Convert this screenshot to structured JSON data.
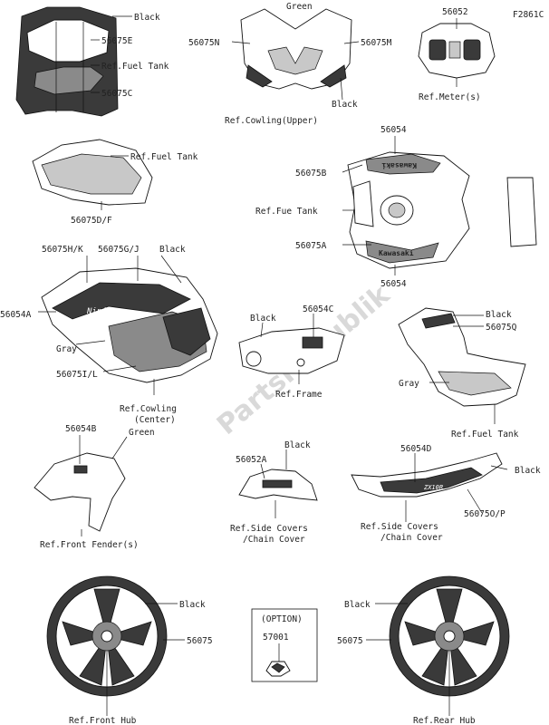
{
  "figure_code": "F2861C",
  "watermark": "PartsRepublik",
  "fuel_tank_top": {
    "labels": [
      "Black",
      "56075E",
      "Ref.Fuel Tank",
      "56075C"
    ]
  },
  "cowling_upper": {
    "labels": [
      "Green",
      "56075N",
      "56075M",
      "Black",
      "Ref.Cowling(Upper)"
    ]
  },
  "meter": {
    "labels": [
      "56052",
      "Ref.Meter(s)"
    ]
  },
  "fuel_tank_side": {
    "labels": [
      "Ref.Fuel Tank",
      "56075D/F"
    ]
  },
  "tank_cover": {
    "labels": [
      "56054",
      "56075B",
      "Ref.Fue Tank",
      "56075A",
      "56054"
    ],
    "logo_text": "Kawasaki"
  },
  "cowling_center": {
    "labels": [
      "56075H/K",
      "56075G/J",
      "Black",
      "56054A",
      "Gray",
      "56075I/L",
      "Ref.Cowling",
      "(Center)"
    ],
    "logo_text": "Ninja"
  },
  "frame": {
    "labels": [
      "56054C",
      "Black",
      "Ref.Frame"
    ]
  },
  "seat_cover": {
    "labels": [
      "Black",
      "56075Q",
      "Gray",
      "Ref.Fuel Tank"
    ]
  },
  "front_fender": {
    "labels": [
      "56054B",
      "Green",
      "Ref.Front Fender(s)"
    ]
  },
  "side_cover_center": {
    "labels": [
      "Black",
      "56052A",
      "Ref.Side Covers",
      "/Chain Cover"
    ]
  },
  "side_cover_right": {
    "labels": [
      "56054D",
      "Black",
      "56075O/P",
      "Ref.Side Covers",
      "/Chain Cover"
    ]
  },
  "front_wheel": {
    "labels": [
      "Black",
      "56075",
      "Ref.Front Hub"
    ]
  },
  "option_box": {
    "labels": [
      "(OPTION)",
      "57001"
    ]
  },
  "rear_wheel": {
    "labels": [
      "Black",
      "56075",
      "Ref.Rear Hub"
    ]
  }
}
